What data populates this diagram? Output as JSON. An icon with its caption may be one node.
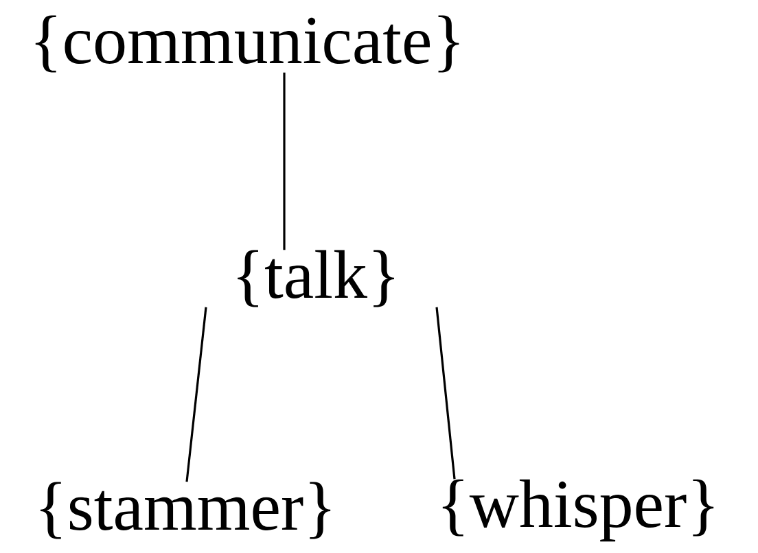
{
  "diagram": {
    "nodes": [
      {
        "text": [
          "{communicate}"
        ]
      },
      {
        "text": [
          "{talk}"
        ]
      },
      {
        "text": [
          "{stammer}"
        ]
      },
      {
        "text": [
          "{whisper}"
        ]
      }
    ],
    "edges": [
      {
        "from": 0,
        "to": 1,
        "arrow": "none"
      },
      {
        "from": 1,
        "to": 2,
        "arrow": "none"
      },
      {
        "from": 1,
        "to": 3,
        "arrow": "none"
      }
    ]
  }
}
